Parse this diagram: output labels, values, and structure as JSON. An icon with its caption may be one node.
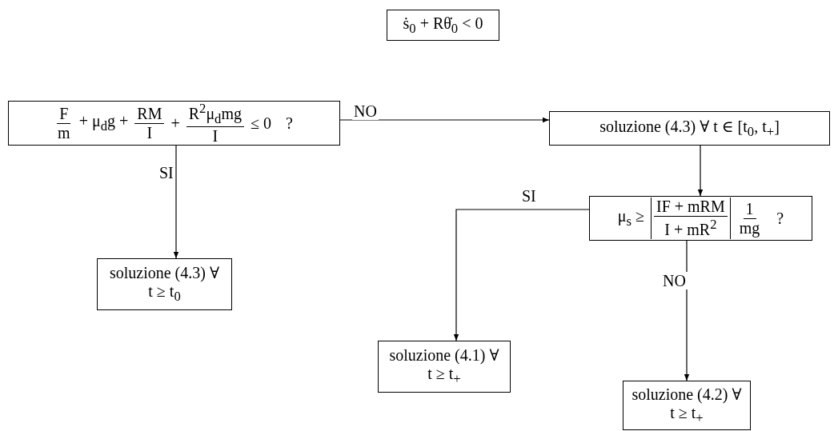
{
  "diagram": {
    "nodes": [
      {
        "text": [
          "ṡ$_{0}$ + Rθ̇$_{0}$ < 0"
        ]
      },
      {
        "text": [
          "F",
          "m",
          "+ μ$_{d}$g +",
          "RM",
          "I",
          "+",
          "R$^{2}$μ$_{d}$mg",
          "I",
          "≤ 0",
          "?"
        ]
      },
      {
        "text": [
          "soluzione (4.3) ∀ t ∈ [t$_{0}$, t$_{+}$]"
        ]
      },
      {
        "text": [
          "μ$_{s}$ ≥",
          "IF + mRM",
          "I + mR$^{2}$",
          "1",
          "mg",
          "?"
        ]
      },
      {
        "text": [
          "soluzione (4.3) ∀ t ≥ t$_{0}$"
        ]
      },
      {
        "text": [
          "soluzione (4.1) ∀ t ≥ t$_{+}$"
        ]
      },
      {
        "text": [
          "soluzione (4.2) ∀ t ≥ t$_{+}$"
        ]
      }
    ],
    "edges": [
      {
        "from": 1,
        "to": 2,
        "arrow": "to",
        "label": "NO"
      },
      {
        "from": 1,
        "to": 4,
        "arrow": "to",
        "label": "SI"
      },
      {
        "from": 2,
        "to": 3,
        "arrow": "to"
      },
      {
        "from": 3,
        "to": 5,
        "arrow": "to",
        "label": "SI"
      },
      {
        "from": 3,
        "to": 6,
        "arrow": "to",
        "label": "NO"
      }
    ]
  }
}
